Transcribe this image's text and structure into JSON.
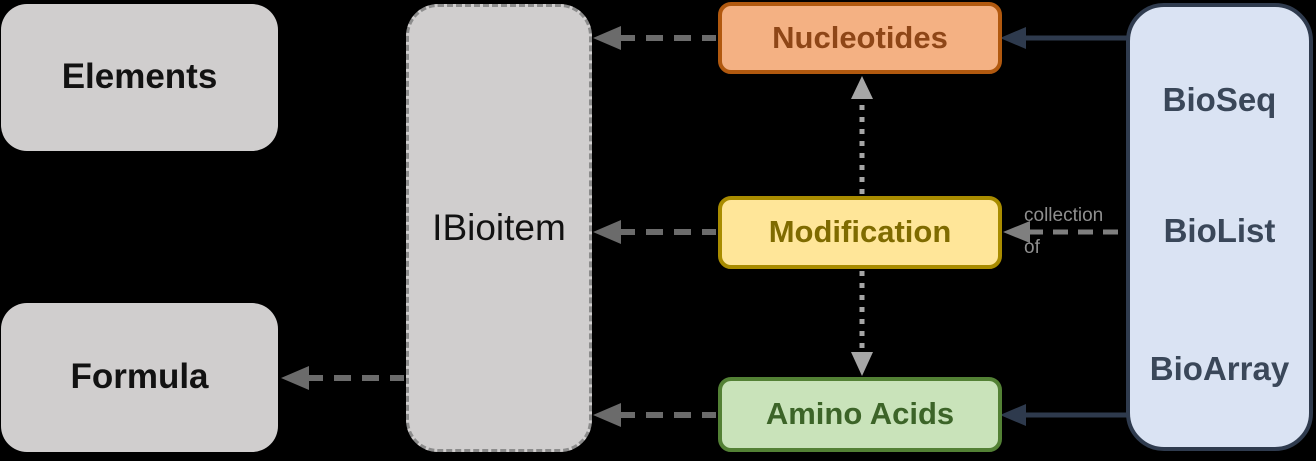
{
  "colors": {
    "gray-box-fill": "#d0cece",
    "gray-box-text": "#121212",
    "ibioitem-border": "#8c8c8c",
    "nucleotides-fill": "#f4b183",
    "nucleotides-border": "#b1590f",
    "nucleotides-text": "#8e4617",
    "modification-fill": "#ffe699",
    "modification-border": "#a98c00",
    "modification-text": "#7f6b00",
    "amino-fill": "#c9e3ba",
    "amino-border": "#538135",
    "amino-text": "#3c6428",
    "bio-fill": "#dae3f3",
    "bio-border": "#2f3b4e",
    "bio-text": "#3a4759",
    "dashed-arrow": "#6b6b6b",
    "collection-arrow": "#7f7f7f",
    "solid-arrow": "#2e3a4d",
    "dotted-arrow": "#a6a6a6",
    "label-text": "#8f8f8f"
  },
  "nodes": {
    "elements": {
      "label": "Elements"
    },
    "formula": {
      "label": "Formula"
    },
    "ibioitem": {
      "label": "IBioitem"
    },
    "nucleotides": {
      "label": "Nucleotides"
    },
    "modification": {
      "label": "Modification"
    },
    "amino_acids": {
      "label": "Amino Acids"
    },
    "bio_collection": {
      "items": [
        {
          "label": "BioSeq"
        },
        {
          "label": "BioList"
        },
        {
          "label": "BioArray"
        }
      ]
    }
  },
  "edges": {
    "collection": {
      "label_line1": "collection",
      "label_line2": "of",
      "label": "collection of"
    },
    "relations": [
      {
        "from": "Nucleotides",
        "to": "IBioitem",
        "style": "dashed-arrow"
      },
      {
        "from": "Modification",
        "to": "IBioitem",
        "style": "dashed-arrow"
      },
      {
        "from": "Amino Acids",
        "to": "IBioitem",
        "style": "dashed-arrow"
      },
      {
        "from": "IBioitem",
        "to": "Formula",
        "style": "dashed-arrow"
      },
      {
        "from": "BioSeq",
        "to": "Nucleotides",
        "style": "solid-arrow"
      },
      {
        "from": "BioArray",
        "to": "Amino Acids",
        "style": "solid-arrow"
      },
      {
        "from": "BioList",
        "to": "Modification",
        "style": "dashed-arrow",
        "label": "collection of"
      },
      {
        "from": "Modification",
        "to": "Nucleotides",
        "style": "dotted-arrow"
      },
      {
        "from": "Modification",
        "to": "Amino Acids",
        "style": "dotted-arrow"
      }
    ]
  }
}
